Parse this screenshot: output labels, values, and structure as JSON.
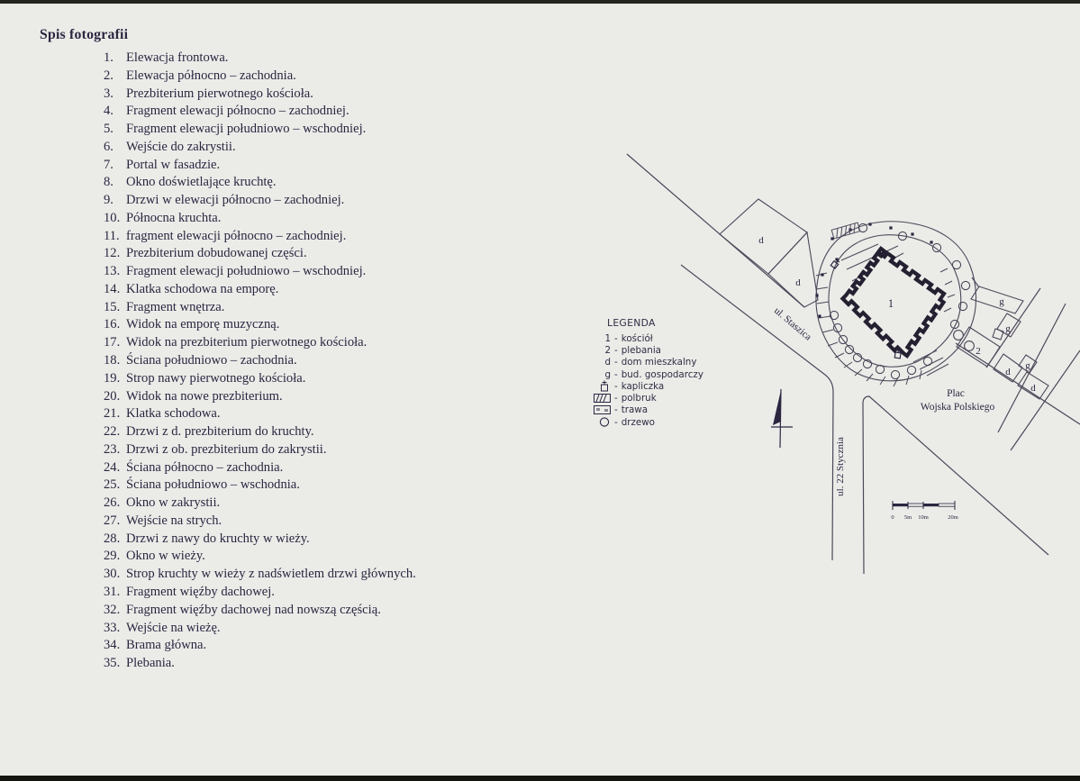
{
  "page_title": "Spis fotografii",
  "photo_list": [
    {
      "n": "1.",
      "label": "Elewacja frontowa."
    },
    {
      "n": "2.",
      "label": "Elewacja północno – zachodnia."
    },
    {
      "n": "3.",
      "label": "Prezbiterium pierwotnego kościoła."
    },
    {
      "n": "4.",
      "label": "Fragment elewacji północno – zachodniej."
    },
    {
      "n": "5.",
      "label": "Fragment elewacji południowo – wschodniej."
    },
    {
      "n": "6.",
      "label": "Wejście do zakrystii."
    },
    {
      "n": "7.",
      "label": "Portal w fasadzie."
    },
    {
      "n": "8.",
      "label": "Okno doświetlające kruchtę."
    },
    {
      "n": "9.",
      "label": "Drzwi w elewacji północno – zachodniej."
    },
    {
      "n": "10.",
      "label": "Północna kruchta."
    },
    {
      "n": "11.",
      "label": "fragment elewacji północno – zachodniej."
    },
    {
      "n": "12.",
      "label": "Prezbiterium dobudowanej części."
    },
    {
      "n": "13.",
      "label": "Fragment elewacji południowo – wschodniej."
    },
    {
      "n": "14.",
      "label": "Klatka schodowa na emporę."
    },
    {
      "n": "15.",
      "label": "Fragment wnętrza."
    },
    {
      "n": "16.",
      "label": "Widok na emporę muzyczną."
    },
    {
      "n": "17.",
      "label": "Widok na prezbiterium pierwotnego kościoła."
    },
    {
      "n": "18.",
      "label": "Ściana południowo – zachodnia."
    },
    {
      "n": "19.",
      "label": "Strop nawy pierwotnego kościoła."
    },
    {
      "n": "20.",
      "label": "Widok na nowe prezbiterium."
    },
    {
      "n": "21.",
      "label": "Klatka schodowa."
    },
    {
      "n": "22.",
      "label": "Drzwi z d. prezbiterium do kruchty."
    },
    {
      "n": "23.",
      "label": "Drzwi z ob. prezbiterium do zakrystii."
    },
    {
      "n": "24.",
      "label": "Ściana północno – zachodnia."
    },
    {
      "n": "25.",
      "label": "Ściana południowo – wschodnia."
    },
    {
      "n": "26.",
      "label": "Okno w zakrystii."
    },
    {
      "n": "27.",
      "label": "Wejście na strych."
    },
    {
      "n": "28.",
      "label": "Drzwi z nawy do kruchty w wieży."
    },
    {
      "n": "29.",
      "label": "Okno w wieży."
    },
    {
      "n": "30.",
      "label": "Strop kruchty w wieży z nadświetlem drzwi głównych."
    },
    {
      "n": "31.",
      "label": "Fragment więźby dachowej."
    },
    {
      "n": "32.",
      "label": "Fragment więźby dachowej nad nowszą częścią."
    },
    {
      "n": "33.",
      "label": "Wejście na wieżę."
    },
    {
      "n": "34.",
      "label": "Brama główna."
    },
    {
      "n": "35.",
      "label": "Plebania."
    }
  ],
  "legend": {
    "title": "LEGENDA",
    "separator": "-",
    "entries": [
      {
        "key": "1",
        "icon": null,
        "label": "kościół"
      },
      {
        "key": "2",
        "icon": null,
        "label": "plebania"
      },
      {
        "key": "d",
        "icon": null,
        "label": "dom mieszkalny"
      },
      {
        "key": "g",
        "icon": null,
        "label": "bud. gospodarczy"
      },
      {
        "key": "",
        "icon": "kapliczka-icon",
        "label": "kapliczka"
      },
      {
        "key": "",
        "icon": "polbruk-icon",
        "label": "polbruk"
      },
      {
        "key": "",
        "icon": "trawa-icon",
        "label": "trawa"
      },
      {
        "key": "",
        "icon": "drzewo-icon",
        "label": "drzewo"
      }
    ]
  },
  "map": {
    "street_staszica": "ul. Staszica",
    "street_22stycznia": "ul. 22 Stycznia",
    "plac_line1": "Plac",
    "plac_line2": "Wojska Polskiego",
    "labels": {
      "church": "1",
      "plebania": "2",
      "dom": "d",
      "gosp": "g"
    },
    "scale": {
      "labels": [
        "0",
        "5m",
        "10m",
        "20m"
      ]
    }
  }
}
